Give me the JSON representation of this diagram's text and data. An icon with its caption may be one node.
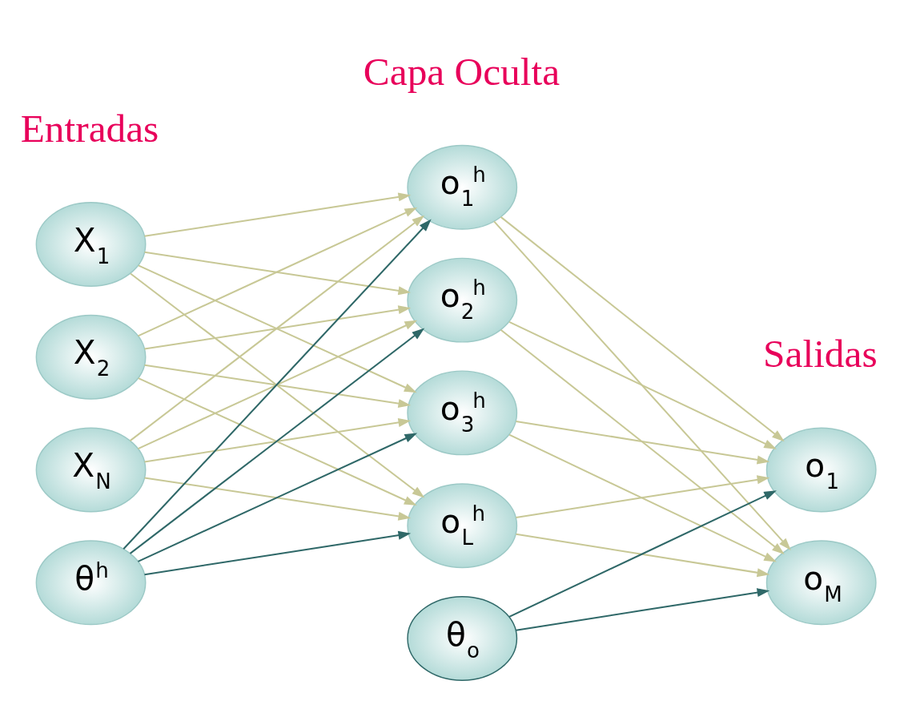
{
  "diagram": {
    "nodes": [
      {
        "text": [
          "X$_{1}$"
        ]
      },
      {
        "text": [
          "X$_{2}$"
        ]
      },
      {
        "text": [
          "X$_{N}$"
        ]
      },
      {
        "text": [
          "θ$^{h}$"
        ]
      },
      {
        "text": [
          "o$_{1}$$^{h}$"
        ]
      },
      {
        "text": [
          "o$_{2}$$^{h}$"
        ]
      },
      {
        "text": [
          "o$_{3}$$^{h}$"
        ]
      },
      {
        "text": [
          "o$_{L}$$^{h}$"
        ]
      },
      {
        "text": [
          "o$_{1}$"
        ]
      },
      {
        "text": [
          "o$_{M}$"
        ]
      },
      {
        "text": [
          "θ$_{o}$"
        ]
      }
    ],
    "edges": [
      {
        "from": 0,
        "to": 4,
        "arrow": "to"
      },
      {
        "from": 0,
        "to": 5,
        "arrow": "to"
      },
      {
        "from": 0,
        "to": 6,
        "arrow": "to"
      },
      {
        "from": 0,
        "to": 7,
        "arrow": "to"
      },
      {
        "from": 1,
        "to": 4,
        "arrow": "to"
      },
      {
        "from": 1,
        "to": 5,
        "arrow": "to"
      },
      {
        "from": 1,
        "to": 6,
        "arrow": "to"
      },
      {
        "from": 1,
        "to": 7,
        "arrow": "to"
      },
      {
        "from": 2,
        "to": 4,
        "arrow": "to"
      },
      {
        "from": 2,
        "to": 5,
        "arrow": "to"
      },
      {
        "from": 2,
        "to": 6,
        "arrow": "to"
      },
      {
        "from": 2,
        "to": 7,
        "arrow": "to"
      },
      {
        "from": 3,
        "to": 4,
        "arrow": "to",
        "color": "#2f6868"
      },
      {
        "from": 3,
        "to": 5,
        "arrow": "to",
        "color": "#2f6868"
      },
      {
        "from": 3,
        "to": 6,
        "arrow": "to",
        "color": "#2f6868"
      },
      {
        "from": 3,
        "to": 7,
        "arrow": "to",
        "color": "#2f6868"
      },
      {
        "from": 4,
        "to": 8,
        "arrow": "to"
      },
      {
        "from": 4,
        "to": 9,
        "arrow": "to"
      },
      {
        "from": 5,
        "to": 8,
        "arrow": "to"
      },
      {
        "from": 5,
        "to": 9,
        "arrow": "to"
      },
      {
        "from": 6,
        "to": 8,
        "arrow": "to"
      },
      {
        "from": 6,
        "to": 9,
        "arrow": "to"
      },
      {
        "from": 7,
        "to": 8,
        "arrow": "to"
      },
      {
        "from": 7,
        "to": 9,
        "arrow": "to"
      },
      {
        "from": 10,
        "to": 8,
        "arrow": "to",
        "color": "#2f6868"
      },
      {
        "from": 10,
        "to": 9,
        "arrow": "to",
        "color": "#2f6868"
      }
    ],
    "labels": [
      "Entradas",
      "Capa Oculta",
      "Salidas"
    ]
  }
}
